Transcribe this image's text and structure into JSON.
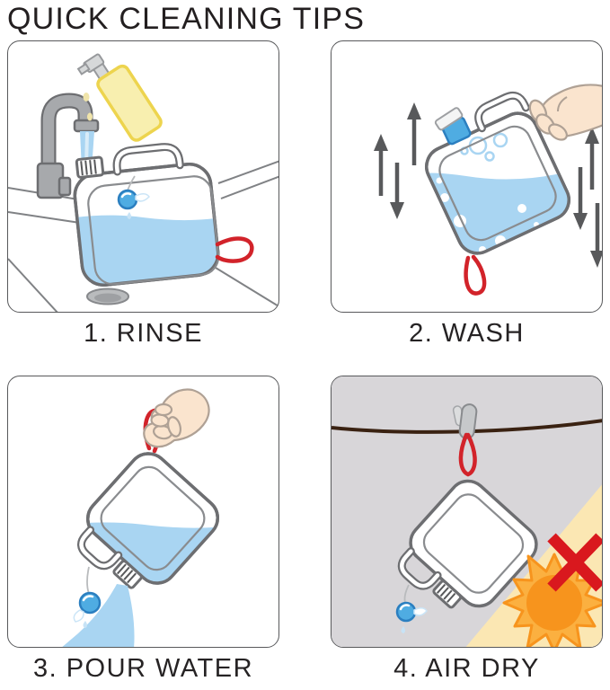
{
  "title": "QUICK CLEANING TIPS",
  "panels": [
    {
      "id": "rinse",
      "label": "1. RINSE",
      "icons": [
        "faucet-icon",
        "water-stream-icon",
        "soap-bottle-icon",
        "soap-drop-icon",
        "sink-icon",
        "drain-icon",
        "water-container-icon",
        "spout-icon",
        "handle-icon",
        "cap-icon",
        "strap-icon"
      ]
    },
    {
      "id": "wash",
      "label": "2. WASH",
      "icons": [
        "shake-arrows-icon",
        "hand-icon",
        "water-container-icon",
        "bubbles-icon",
        "cap-icon",
        "handle-icon",
        "strap-icon"
      ]
    },
    {
      "id": "pour-water",
      "label": "3. POUR WATER",
      "icons": [
        "hand-icon",
        "strap-icon",
        "water-container-icon",
        "handle-icon",
        "spout-icon",
        "cap-icon",
        "water-stream-icon"
      ]
    },
    {
      "id": "air-dry",
      "label": "4. AIR DRY",
      "icons": [
        "clothesline-icon",
        "clothespin-icon",
        "strap-icon",
        "water-container-icon",
        "handle-icon",
        "spout-icon",
        "cap-icon",
        "sun-icon",
        "no-sunlight-x-icon"
      ]
    }
  ],
  "colors": {
    "ink": "#231F20",
    "line_gray": "#6D6E71",
    "water": "#A9D5F2",
    "water_light": "#D9ECF8",
    "strap_red": "#D2232A",
    "cap_blue": "#4FACE2",
    "cap_blue_dark": "#2B7FC0",
    "soap_yellow_fill": "#F8EFAF",
    "soap_yellow_stroke": "#EDD44E",
    "metal_gray": "#A7A9AC",
    "skin": "#FAE4CE",
    "arrow_gray": "#58595B",
    "panel4_bg": "#D8D6D9",
    "sunlight_yellow": "#FBE7B3",
    "sun_orange": "#F7941D",
    "sun_ray": "#FBB040",
    "x_red": "#D9181E",
    "clothesline_brown": "#3A2212"
  }
}
